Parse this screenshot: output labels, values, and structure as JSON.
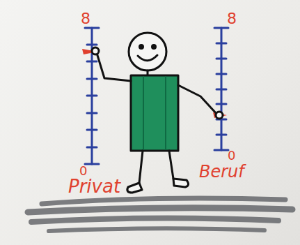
{
  "diagram": {
    "labels": [
      "8",
      "0",
      "Privat",
      "8",
      "0",
      "Beruf"
    ]
  }
}
